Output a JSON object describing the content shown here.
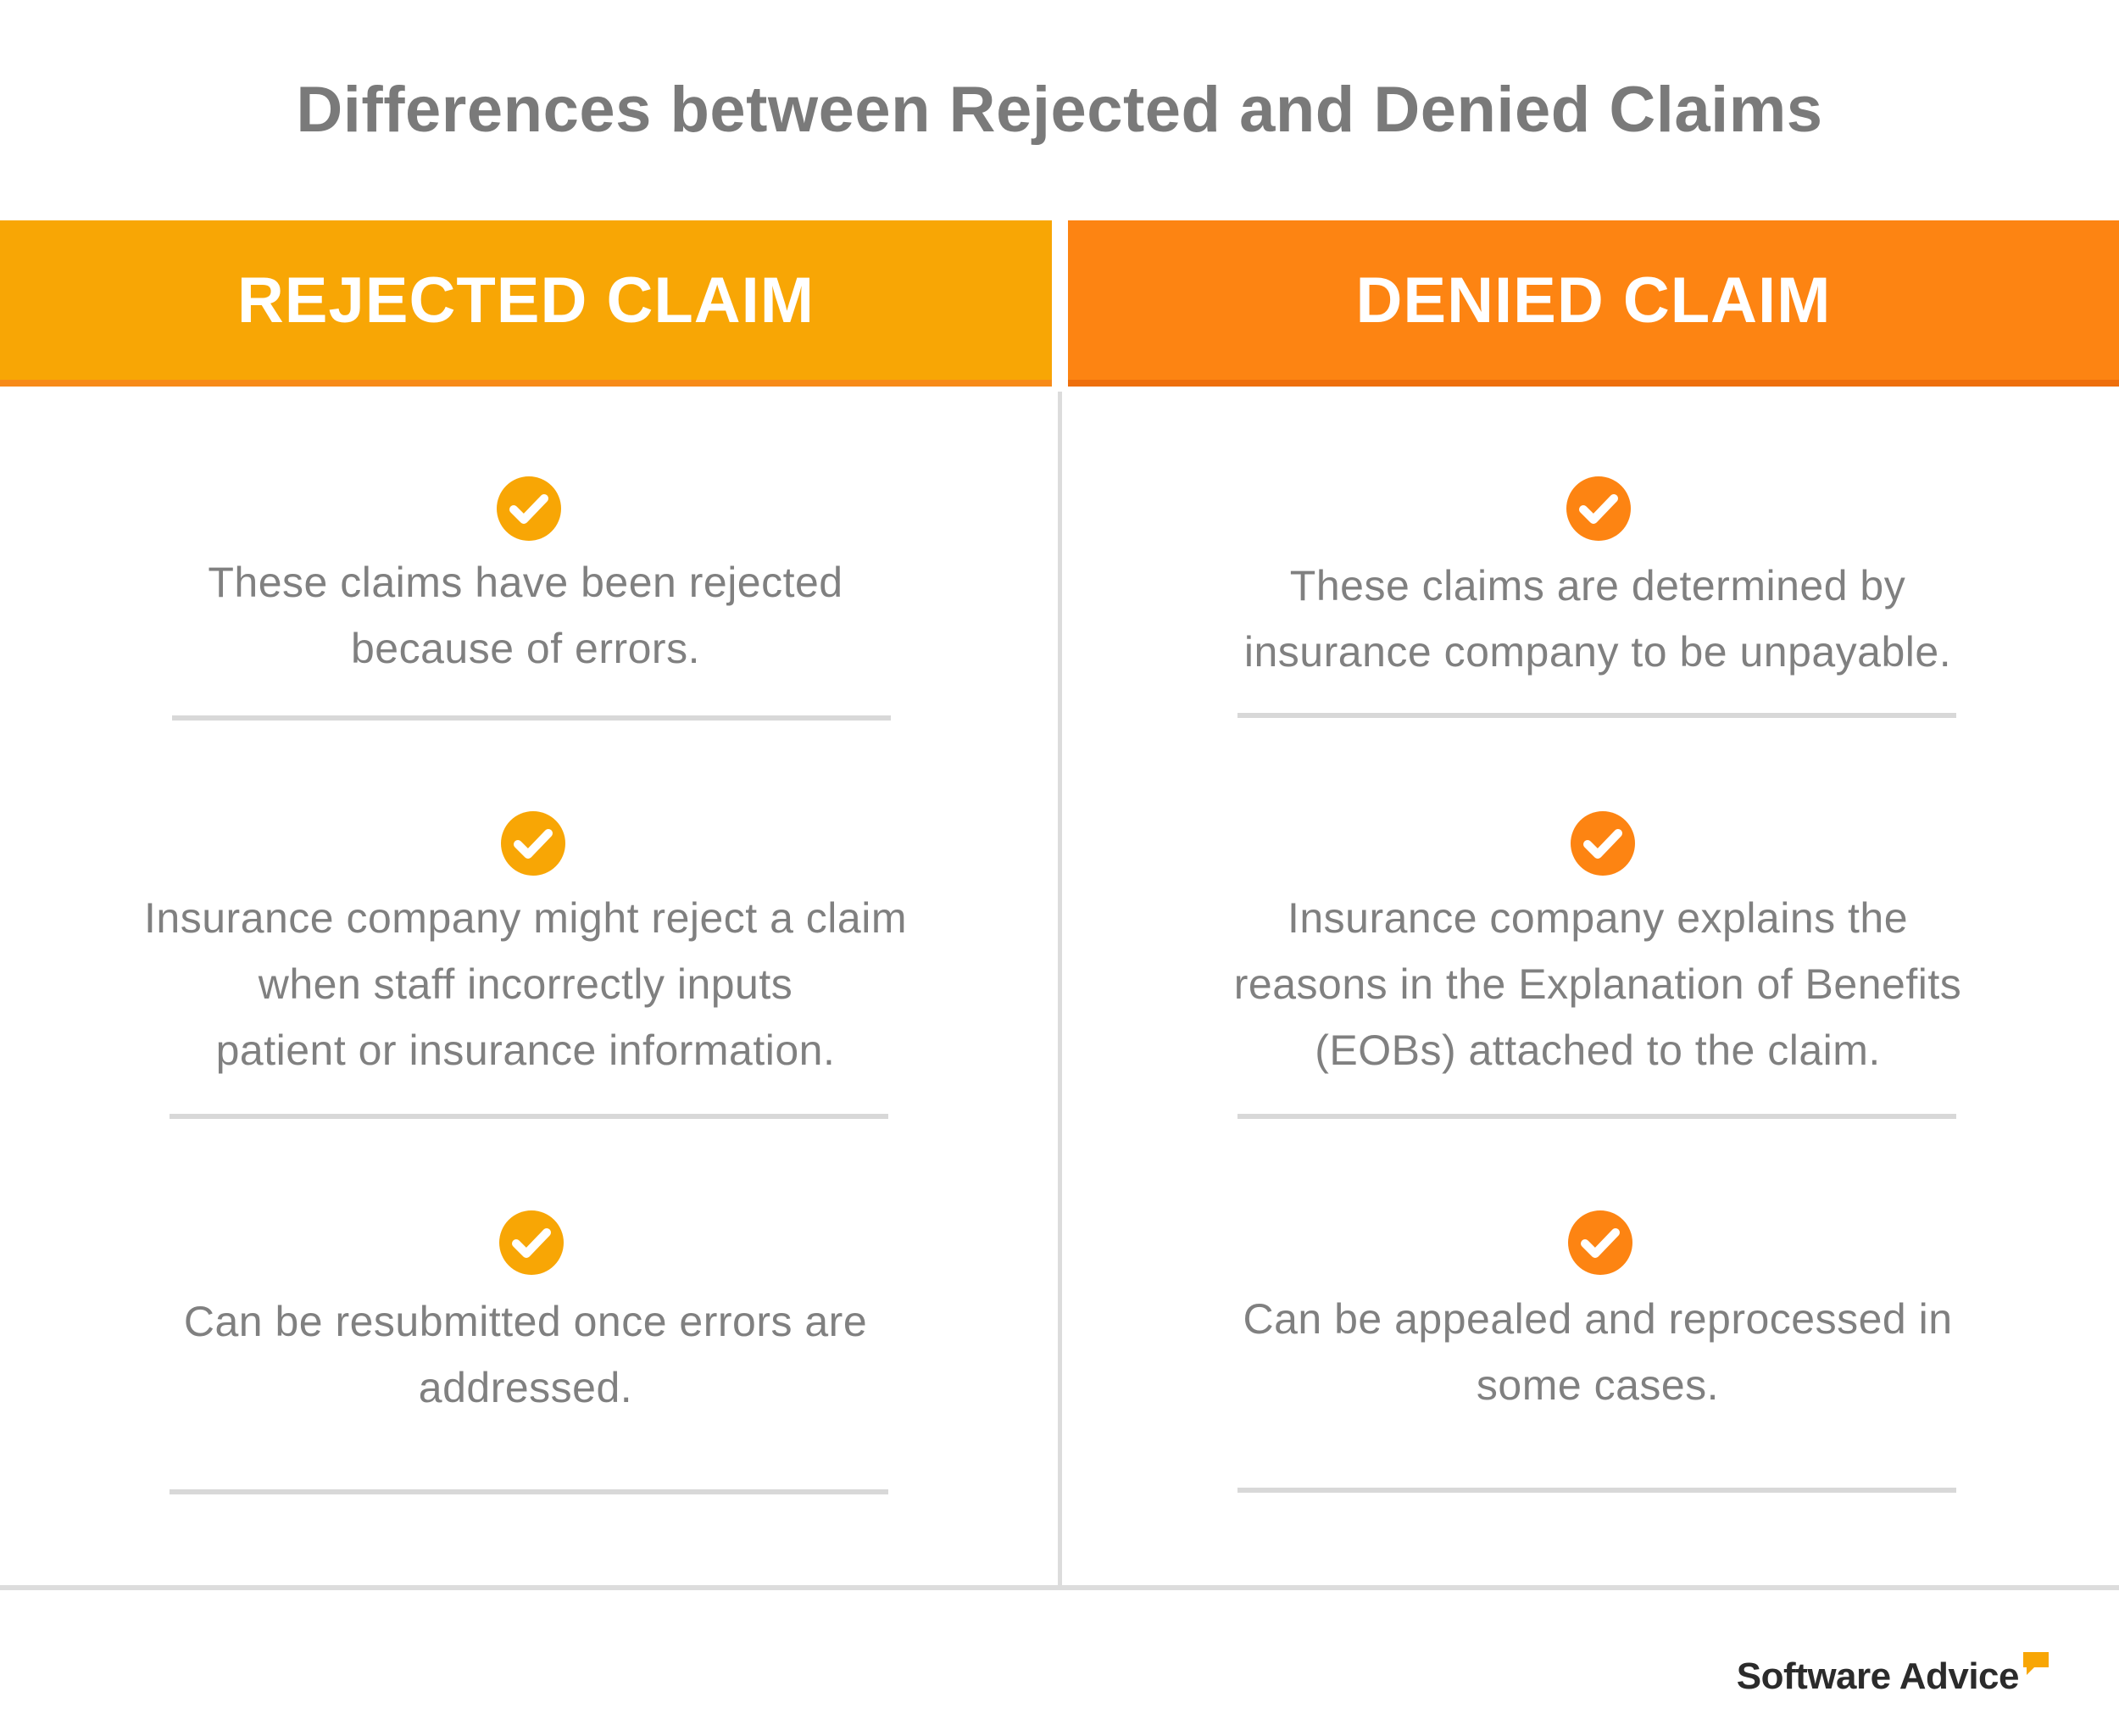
{
  "title": "Differences between Rejected and Denied Claims",
  "colors": {
    "rejected_header": "#f8a605",
    "denied_header": "#fd8412",
    "rejected_check": "#f8a605",
    "denied_check": "#fd8412",
    "text": "#808080",
    "divider": "#dcdcdc"
  },
  "columns": [
    {
      "header": "REJECTED CLAIM",
      "items": [
        {
          "icon": "check-circle-icon",
          "lines": [
            "These claims have been rejected",
            "because of errors."
          ]
        },
        {
          "icon": "check-circle-icon",
          "lines": [
            "Insurance company might reject a claim",
            "when staff incorrectly inputs",
            "patient or insurance information."
          ]
        },
        {
          "icon": "check-circle-icon",
          "lines": [
            "Can be resubmitted once errors are",
            "addressed."
          ]
        }
      ]
    },
    {
      "header": "DENIED CLAIM",
      "items": [
        {
          "icon": "check-circle-icon",
          "lines": [
            "These claims are determined by",
            "insurance company to be unpayable."
          ]
        },
        {
          "icon": "check-circle-icon",
          "lines": [
            "Insurance company explains the",
            "reasons in the Explanation of Benefits",
            "(EOBs) attached to the claim."
          ]
        },
        {
          "icon": "check-circle-icon",
          "lines": [
            "Can be appealed and reprocessed in",
            "some cases."
          ]
        }
      ]
    }
  ],
  "logo": {
    "text": "Software Advice",
    "icon": "speech-bubble-icon",
    "accent": "#f8a605"
  }
}
